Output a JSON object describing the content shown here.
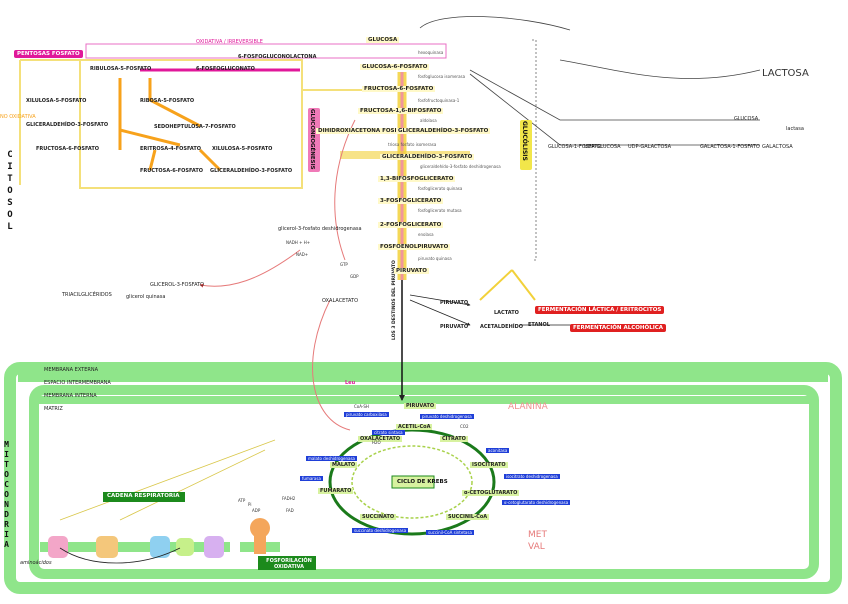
{
  "labels": {
    "pentose_pathway": "PENTOSAS FOSFATO",
    "oxidative_irreversible": "OXIDATIVA / IRREVERSIBLE",
    "no_oxidative": "NO OXIDATIVA",
    "cytosol": "CITOSOL",
    "glycolysis": "GLUCÓLISIS",
    "gluconeogenesis": "GLUCONEOGÉNESIS",
    "lactose": "LACTOSA",
    "lactic_fermentation": "FERMENTACIÓN LÁCTICA / ERITROCITOS",
    "alcoholic_fermentation": "FERMENTACIÓN ALCOHÓLICA",
    "mitochondria": "MITOCONDRIA",
    "external_membrane": "MEMBRANA EXTERNA",
    "intermembrane_space": "ESPACIO INTERMEMBRANA",
    "internal_membrane": "MEMBRANA INTERNA",
    "matrix": "MATRIZ",
    "respiratory_chain": "CADENA RESPIRATORIA",
    "oxidative_phosphorylation": "FOSFORILACIÓN OXIDATIVA",
    "krebs_cycle": "CICLO DE KREBS",
    "alanine": "ALANINA",
    "pyruvate_fate": "LOS 3 DESTINOS DEL PIRUVATO"
  },
  "pentose_metabolites": [
    "RIBULOSA-5-FOSFATO",
    "6-FOSFOGLUCONATO",
    "6-FOSFOGLUCONOLACTONA",
    "XILULOSA-5-FOSFATO",
    "RIBOSA-5-FOSFATO",
    "GLICERALDEHÍDO-3-FOSFATO",
    "SEDOHEPTULOSA-7-FOSFATO",
    "FRUCTOSA-6-FOSFATO",
    "ERITROSA-4-FOSFATO",
    "XILULOSA-5-FOSFATO",
    "FRUCTOSA-6-FOSFATO",
    "GLICERALDEHÍDO-3-FOSFATO"
  ],
  "glycolysis_metabolites": [
    "GLUCOSA",
    "GLUCOSA-6-FOSFATO",
    "FRUCTOSA-6-FOSFATO",
    "FRUCTOSA-1,6-BIFOSFATO",
    "DIHIDROXIACETONA FOSFATO",
    "GLICERALDEHÍDO-3-FOSFATO",
    "GLICERALDEHÍDO-3-FOSFATO",
    "1,3-BIFOSFOGLICERATO",
    "3-FOSFOGLICERATO",
    "2-FOSFOGLICERATO",
    "FOSFOENOLPIRUVATO",
    "PIRUVATO"
  ],
  "glycolysis_enzymes": [
    "hexoquinasa",
    "fosfoglucosa isomerasa",
    "fosfofructoquinasa-1",
    "aldolasa",
    "triosa fosfato isomerasa",
    "gliceraldehído-3-fosfato deshidrogenasa",
    "fosfoglicerato quinasa",
    "fosfoglicerato mutasa",
    "enolasa",
    "piruvato quinasa"
  ],
  "lactose_branch": [
    "GLUCOSA",
    "GALACTOSA",
    "GALACTOSA-1-FOSFATO",
    "UDP-GALACTOSA",
    "UDP-GLUCOSA",
    "GLUCOSA-1-FOSFATO",
    "lactasa"
  ],
  "fermentation": [
    "PIRUVATO",
    "LACTATO",
    "PIRUVATO",
    "ACETALDEHÍDO",
    "ETANOL"
  ],
  "gluconeogenesis_parts": [
    "OXALACETATO",
    "GLICEROL-3-FOSFATO",
    "TRIACILGLICÉRIDOS",
    "glicerol quinasa",
    "glicerol-3-fosfato deshidrogenasa"
  ],
  "krebs_metabolites": [
    "PIRUVATO",
    "ACETIL-CoA",
    "CITRATO",
    "ISOCITRATO",
    "α-CETOGLUTARATO",
    "SUCCINIL-CoA",
    "SUCCINATO",
    "FUMARATO",
    "MALATO",
    "OXALACETATO"
  ],
  "krebs_enzymes": [
    "piruvato deshidrogenasa",
    "citrato sintasa",
    "aconitasa",
    "isocitrato deshidrogenasa",
    "α-cetoglutarato deshidrogenasa",
    "succinil-CoA sintetasa",
    "succinato deshidrogenasa",
    "fumarasa",
    "malato deshidrogenasa",
    "piruvato carboxilasa"
  ],
  "cofactors": [
    "NADH + H+",
    "NAD+",
    "FADH2",
    "FAD",
    "ATP",
    "ADP",
    "GTP",
    "GDP",
    "CO2",
    "H2O",
    "Pi",
    "CoA-SH"
  ],
  "annotations": {
    "amino_met": "MET",
    "amino_val": "VAL",
    "aminoacids": "aminoácidos",
    "leu": "Leu"
  },
  "colors": {
    "membrane": "#7fe07a",
    "glycolysis_arrow": "#f2d13a",
    "pentose_arrow": "#f7a21b",
    "pink": "#e0189a",
    "red_tag": "#e02020",
    "blue_tag": "#1f3fd8",
    "dark_green": "#1c8a1c"
  }
}
